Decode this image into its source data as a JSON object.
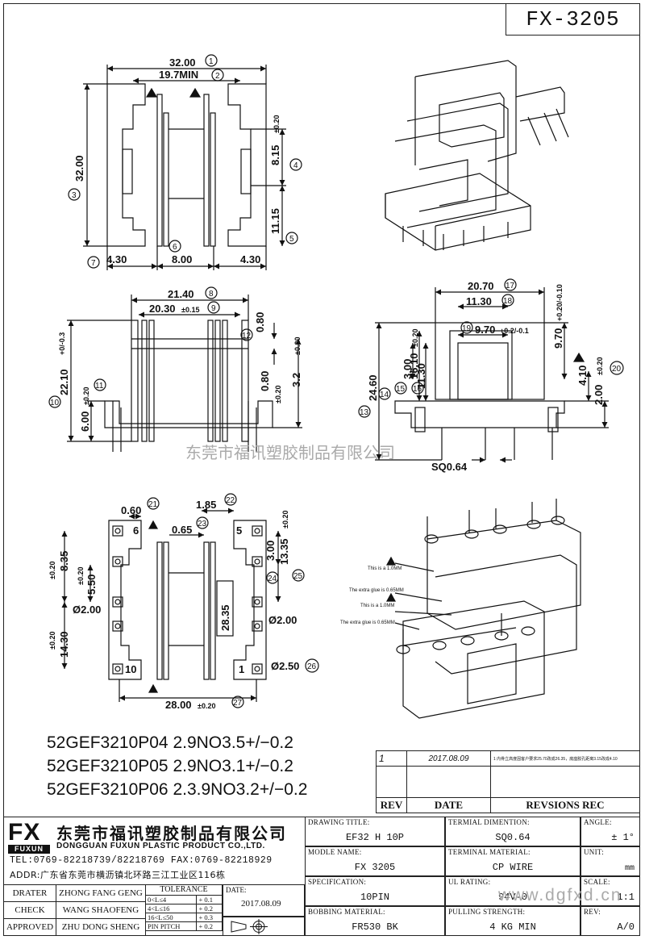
{
  "part_number": "FX-3205",
  "watermark": {
    "company_cn": "东莞市福讯塑胶制品有限公司",
    "url": "www.dgfxd.cn"
  },
  "top_view": {
    "dims": [
      {
        "text": "32.00",
        "ref": "1"
      },
      {
        "text": "19.7MIN",
        "ref": "2"
      },
      {
        "text": "32.00",
        "ref": "3"
      },
      {
        "text": "8.15",
        "tol": "±0.20",
        "ref": "4"
      },
      {
        "text": "11.15",
        "ref": "5"
      },
      {
        "text": "8.00",
        "ref": "6"
      },
      {
        "text": "4.30",
        "ref": "7"
      },
      {
        "text": "4.30"
      }
    ]
  },
  "front_view": {
    "dims": [
      {
        "text": "21.40",
        "ref": "8"
      },
      {
        "text": "20.30",
        "tol": "±0.15",
        "ref": "9"
      },
      {
        "text": "22.10",
        "tol": "+0/-0.3",
        "ref": "10"
      },
      {
        "text": "6.00",
        "tol": "±0.20",
        "ref": "11"
      },
      {
        "text": "0.80",
        "ref": "12"
      },
      {
        "text": "0.80",
        "tol": "±0.20"
      },
      {
        "text": "3.2",
        "tol": "±0.20"
      }
    ]
  },
  "side_view": {
    "dims": [
      {
        "text": "20.70",
        "ref": "17"
      },
      {
        "text": "11.30",
        "ref": "18"
      },
      {
        "text": "9.70",
        "tol": "+0.2/-0.1",
        "ref": "19"
      },
      {
        "text": "9.70",
        "tol": "+0.20/-0.10"
      },
      {
        "text": "24.60",
        "ref": "13"
      },
      {
        "text": "3.00",
        "ref": "14"
      },
      {
        "text": "16.10",
        "tol": "±0.20",
        "ref": "15"
      },
      {
        "text": "11.30",
        "ref": "16"
      },
      {
        "text": "4.10"
      },
      {
        "text": "2.00",
        "tol": "±0.20",
        "ref": "20"
      },
      {
        "text": "SQ0.64"
      }
    ]
  },
  "bottom_view": {
    "dims": [
      {
        "text": "0.60",
        "ref": "21"
      },
      {
        "text": "1.85",
        "ref": "22"
      },
      {
        "text": "0.65",
        "ref": "23"
      },
      {
        "text": "3.00"
      },
      {
        "text": "13.35",
        "tol": "±0.20",
        "ref": "24"
      },
      {
        "text": "8.35",
        "tol": "±0.20"
      },
      {
        "text": "5.50",
        "tol": "±0.20"
      },
      {
        "text": "Ø2.00"
      },
      {
        "text": "14.30",
        "tol": "±0.20"
      },
      {
        "text": "28.35"
      },
      {
        "text": "Ø2.00"
      },
      {
        "text": "Ø2.50",
        "ref": "26"
      },
      {
        "text": "28.00",
        "tol": "±0.20",
        "ref": "27"
      }
    ],
    "refs": [
      "25"
    ],
    "pins": [
      "6",
      "5",
      "10",
      "1"
    ]
  },
  "notes": [
    "This is a 1.0MM",
    "The extra glue is 0.65MM",
    "This is a 1.0MM",
    "The extra glue is 0.65MM"
  ],
  "variants": [
    "52GEF3210P04  2.9NO3.5+/−0.2",
    "52GEF3210P05  2.9NO3.1+/−0.2",
    "52GEF3210P06  2.3.9NO3.2+/−0.2"
  ],
  "revision": {
    "headers": {
      "rev": "REV",
      "date": "DATE",
      "desc": "REVSIONS REC"
    },
    "rows": [
      {
        "rev": "1",
        "date": "2017.08.09",
        "desc": "1  内骨立高度因客户要求25.70改成26.35，底座胶孔距离3.15改成4.10"
      }
    ]
  },
  "company": {
    "logo": "FX",
    "logo_sub": "FUXUN",
    "name_cn": "东莞市福讯塑胶制品有限公司",
    "name_en": "DONGGUAN FUXUN PLASTIC PRODUCT CO.,LTD.",
    "tel": "TEL:0769-82218739/82218769 FAX:0769-82218929",
    "addr": "ADDR:广东省东莞市横沥镇北环路三江工业区116栋"
  },
  "people": [
    {
      "role": "DRATER",
      "name": "ZHONG FANG GENG"
    },
    {
      "role": "CHECK",
      "name": "WANG SHAOFENG"
    },
    {
      "role": "APPROVED",
      "name": "ZHU DONG SHENG"
    }
  ],
  "tolerance": {
    "title": "TOLERANCE",
    "rows": [
      {
        "range": "0<L≤4",
        "tol": "+ 0.1"
      },
      {
        "range": "4<L≤16",
        "tol": "+ 0.2"
      },
      {
        "range": "16<L≤50",
        "tol": "+ 0.3"
      },
      {
        "range": "PIN PITCH",
        "tol": "+ 0.2"
      }
    ]
  },
  "date": {
    "label": "DATE:",
    "value": "2017.08.09"
  },
  "fields": {
    "drawing_title": {
      "label": "DRAWING TITLE:",
      "value": "EF32 H 10P"
    },
    "model_name": {
      "label": "MODLE NAME:",
      "value": "FX 3205"
    },
    "specification": {
      "label": "SPECIFICATION:",
      "value": "10PIN"
    },
    "bobbing_material": {
      "label": "BOBBING MATERIAL:",
      "value": "FR530 BK"
    },
    "terminal_dimention": {
      "label": "TERMIAL DIMENTION:",
      "value": "SQ0.64"
    },
    "terminal_material": {
      "label": "TERMINAL MATERIAL:",
      "value": "CP WIRE"
    },
    "ul_rating": {
      "label": "UL RATING:",
      "value": "94V-0"
    },
    "pulling_strength": {
      "label": "PULLING STRENGTH:",
      "value": "4 KG MIN"
    },
    "angle": {
      "label": "ANGLE:",
      "value": "± 1°"
    },
    "unit": {
      "label": "UNIT:",
      "value": "mm"
    },
    "scale": {
      "label": "SCALE:",
      "value": "1:1"
    },
    "rev": {
      "label": "REV:",
      "value": "A/0"
    }
  }
}
